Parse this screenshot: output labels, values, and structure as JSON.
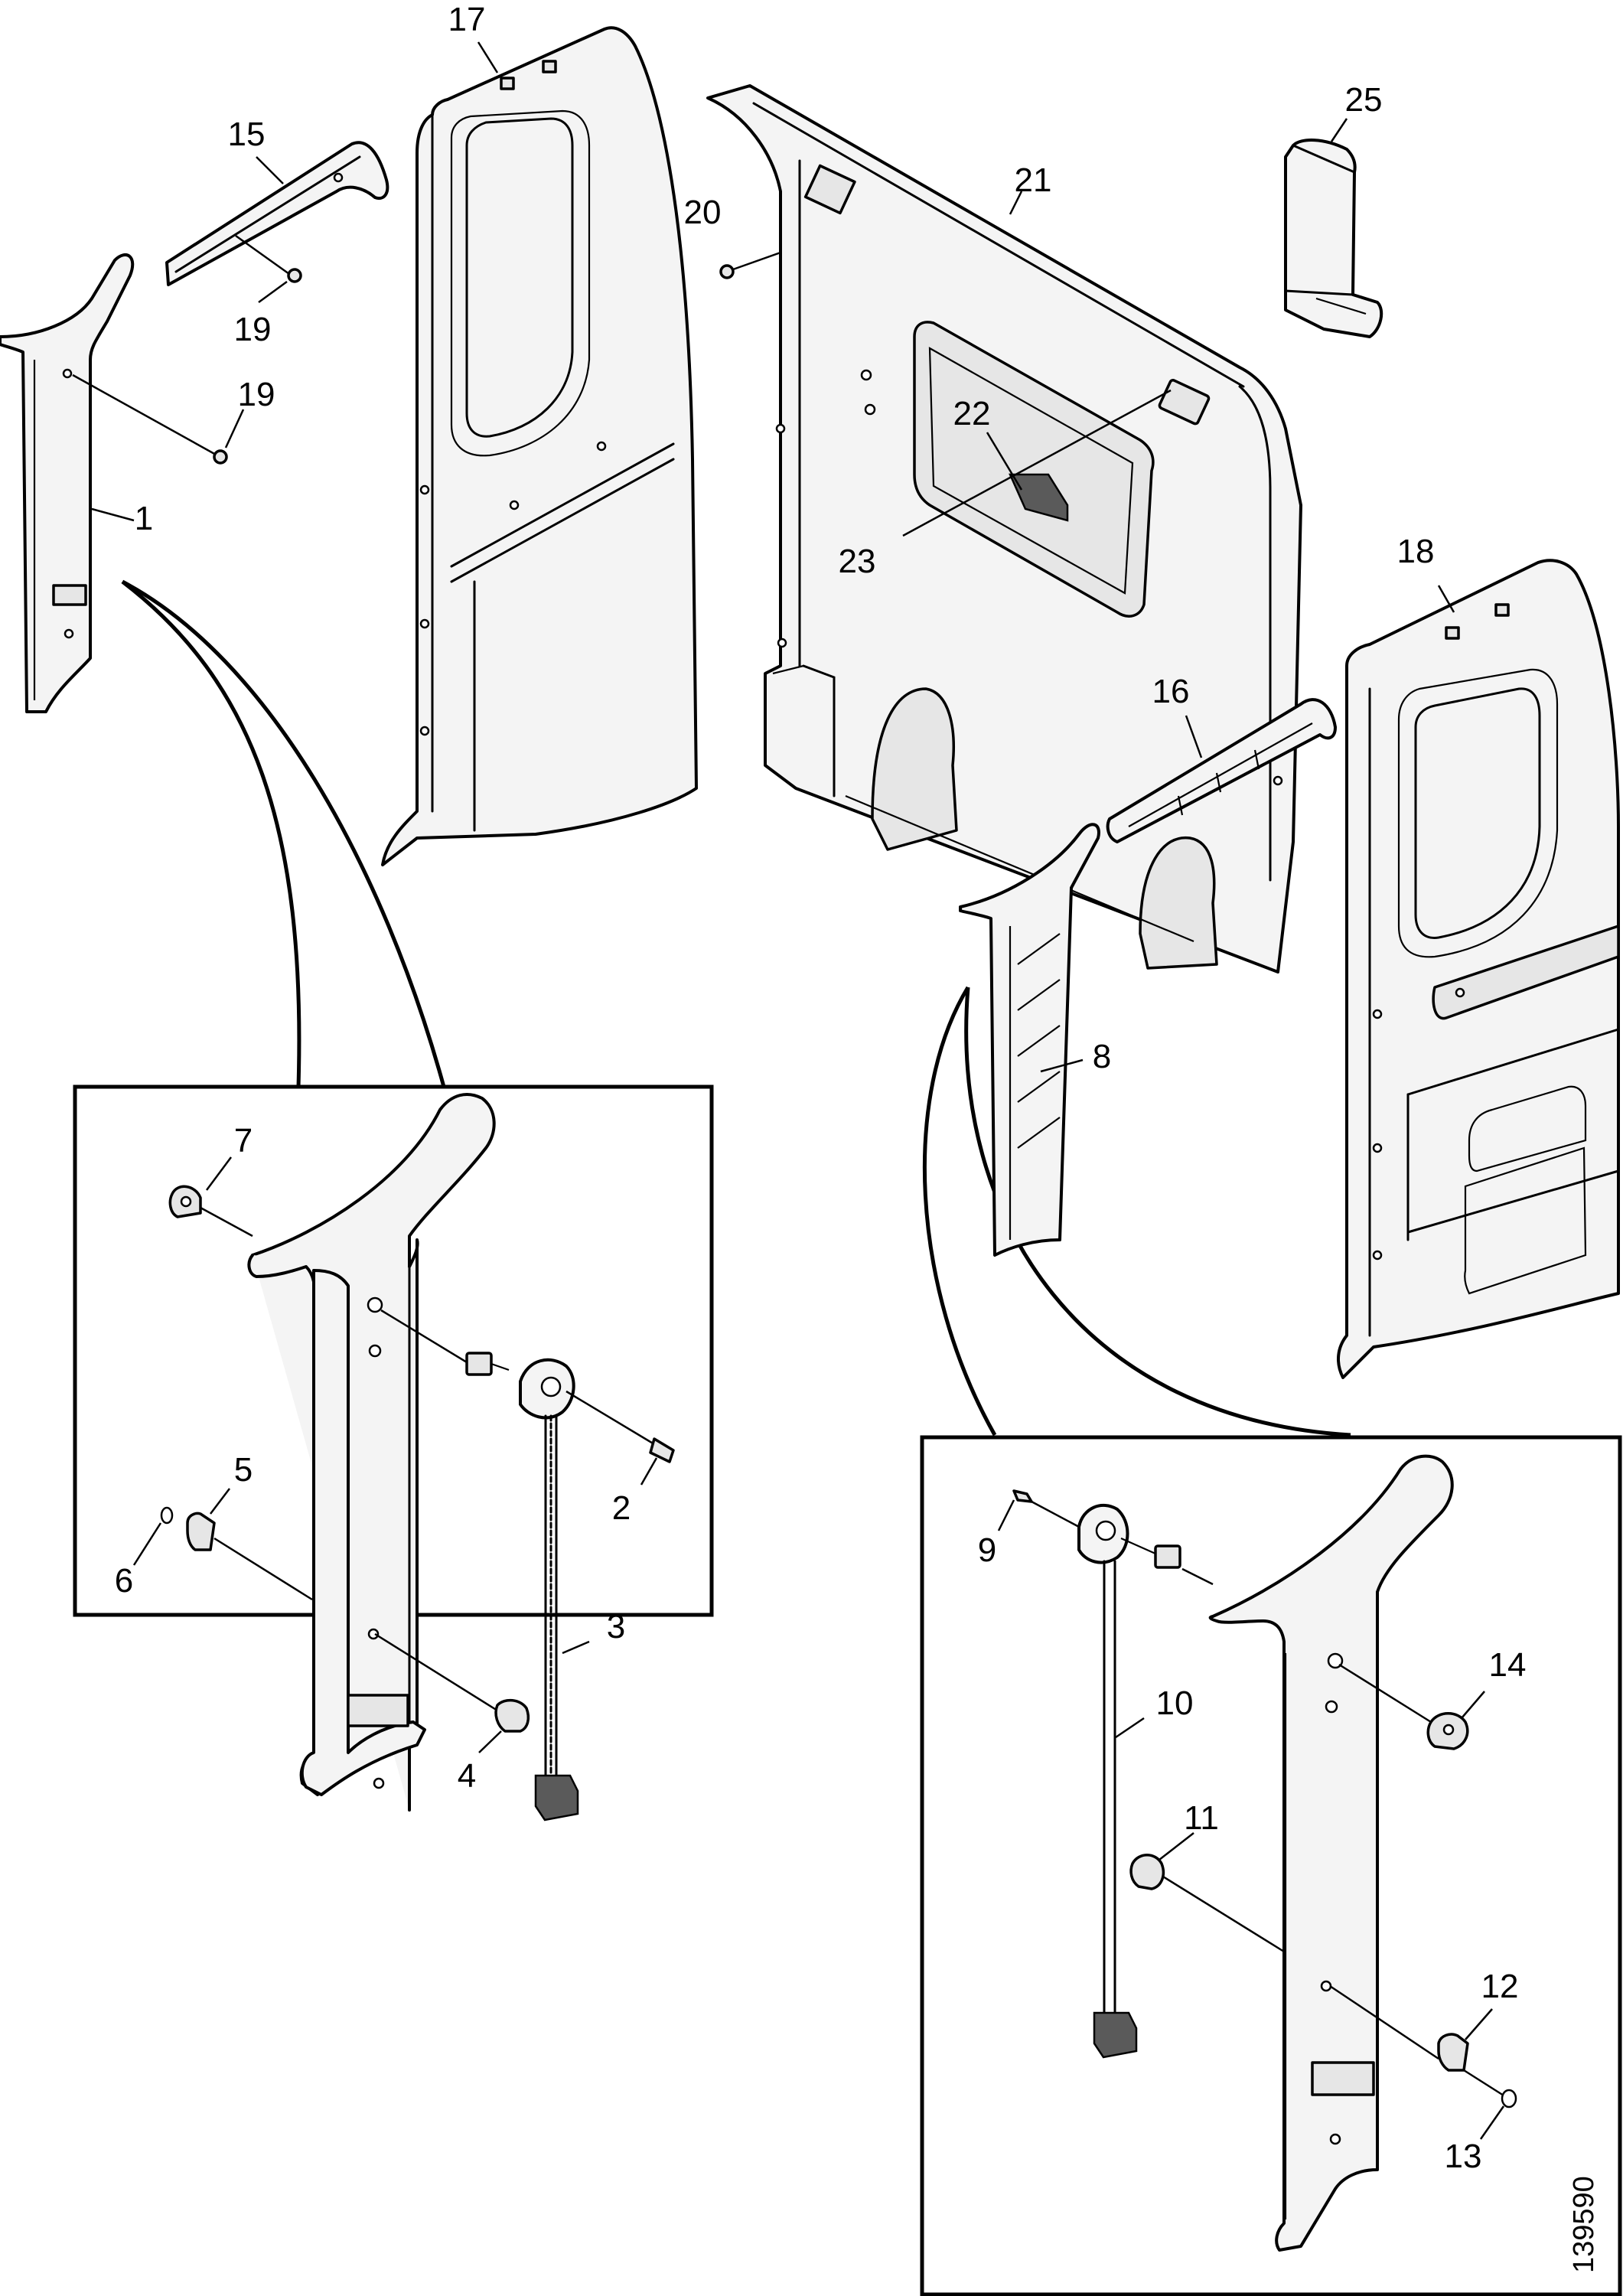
{
  "labels": {
    "p1": "1",
    "p2": "2",
    "p3": "3",
    "p4": "4",
    "p5": "5",
    "p6": "6",
    "p7": "7",
    "p8": "8",
    "p9": "9",
    "p10": "10",
    "p11": "11",
    "p12": "12",
    "p13": "13",
    "p14": "14",
    "p15": "15",
    "p16": "16",
    "p17": "17",
    "p18": "18",
    "p19a": "19",
    "p19b": "19",
    "p20": "20",
    "p21": "21",
    "p22": "22",
    "p23": "23",
    "p25": "25"
  },
  "reference_number": "139590"
}
